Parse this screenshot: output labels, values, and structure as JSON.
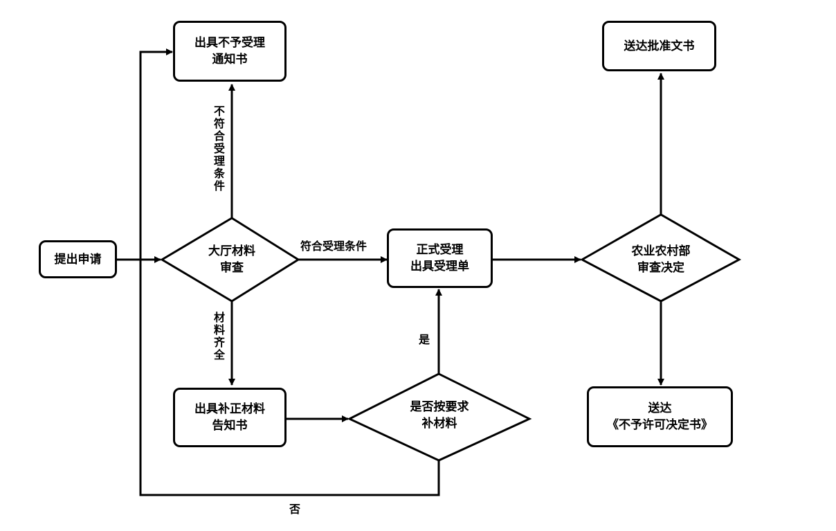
{
  "nodes": {
    "submit": "提出申请",
    "hall_review": "大厅材料\n审查",
    "reject_notice": "出具不予受理\n通知书",
    "formal_accept": "正式受理\n出具受理单",
    "supplement_notice": "出具补正材料\n告知书",
    "supplement_check": "是否按要求\n补材料",
    "ministry_decision": "农业农村部\n审查决定",
    "approval_doc": "送达批准文书",
    "denial_doc": "送达\n《不予许可决定书》"
  },
  "edge_labels": {
    "not_meet": "不符合受理条件",
    "meet": "符合受理条件",
    "complete": "材料齐全",
    "yes": "是",
    "no": "否"
  }
}
